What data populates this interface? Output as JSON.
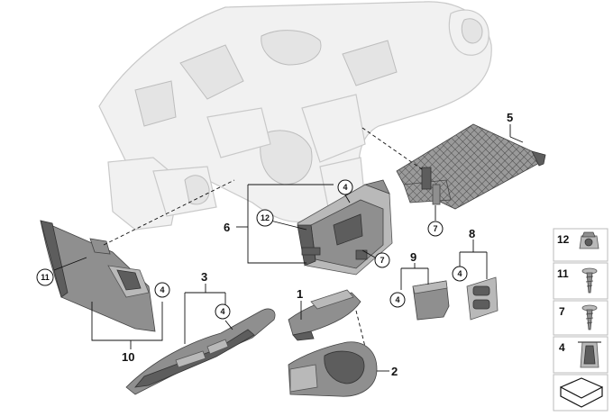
{
  "callouts": {
    "c1": "1",
    "c2": "2",
    "c3": "3",
    "c5": "5",
    "c6": "6",
    "c8": "8",
    "c9": "9",
    "c10": "10"
  },
  "circled": {
    "ref4_top": "4",
    "ref12": "12",
    "ref7_mid": "7",
    "ref7_right": "7",
    "ref4_9": "4",
    "ref4_8": "4",
    "ref11": "11",
    "ref4_10": "4",
    "ref4_3": "4"
  },
  "legend": {
    "items": [
      {
        "number": "12",
        "icon": "clip-nut-icon"
      },
      {
        "number": "11",
        "icon": "screw-icon"
      },
      {
        "number": "7",
        "icon": "screw-icon"
      },
      {
        "number": "4",
        "icon": "spring-clip-icon"
      }
    ]
  }
}
